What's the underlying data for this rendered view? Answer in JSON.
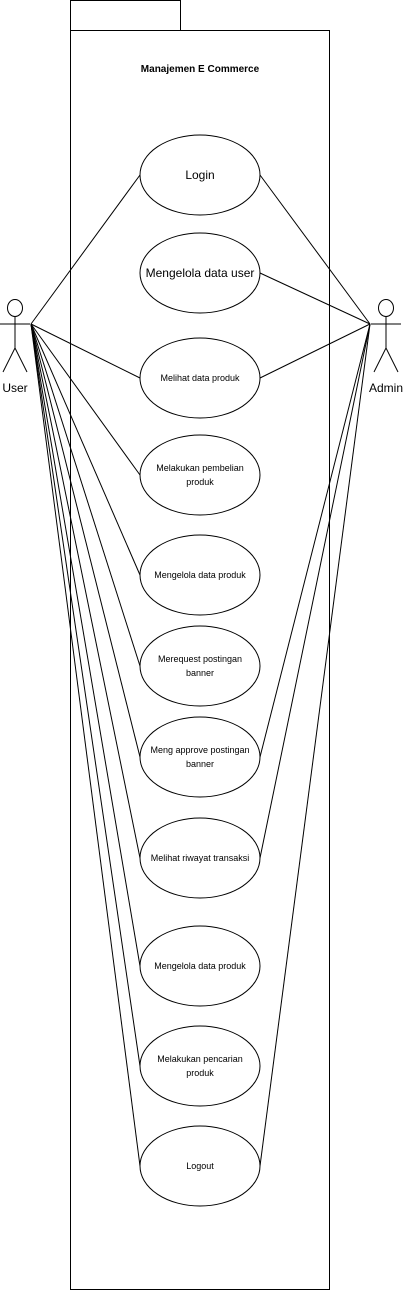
{
  "diagram": {
    "system_title": "Manajemen E Commerce",
    "actors": {
      "user": "User",
      "admin": "Admin"
    },
    "use_cases": [
      {
        "id": "login",
        "lines": [
          "Login"
        ],
        "links": [
          "user",
          "admin"
        ]
      },
      {
        "id": "kelola-user",
        "lines": [
          "Mengelola data user"
        ],
        "links": [
          "admin"
        ]
      },
      {
        "id": "lihat-produk",
        "lines": [
          "Melihat data produk"
        ],
        "links": [
          "user",
          "admin"
        ]
      },
      {
        "id": "beli-produk",
        "lines": [
          "Melakukan pembelian",
          "produk"
        ],
        "links": [
          "user"
        ]
      },
      {
        "id": "kelola-produk-1",
        "lines": [
          "Mengelola data produk"
        ],
        "links": [
          "user"
        ]
      },
      {
        "id": "request-banner",
        "lines": [
          "Merequest postingan",
          "banner"
        ],
        "links": [
          "user"
        ]
      },
      {
        "id": "approve-banner",
        "lines": [
          "Meng approve postingan",
          "banner"
        ],
        "links": [
          "user",
          "admin"
        ]
      },
      {
        "id": "riwayat-transaksi",
        "lines": [
          "Melihat riwayat transaksi"
        ],
        "links": [
          "user",
          "admin"
        ]
      },
      {
        "id": "kelola-produk-2",
        "lines": [
          "Mengelola data produk"
        ],
        "links": [
          "user"
        ]
      },
      {
        "id": "cari-produk",
        "lines": [
          "Melakukan pencarian",
          "produk"
        ],
        "links": [
          "user"
        ]
      },
      {
        "id": "logout",
        "lines": [
          "Logout"
        ],
        "links": [
          "user",
          "admin"
        ]
      }
    ]
  }
}
